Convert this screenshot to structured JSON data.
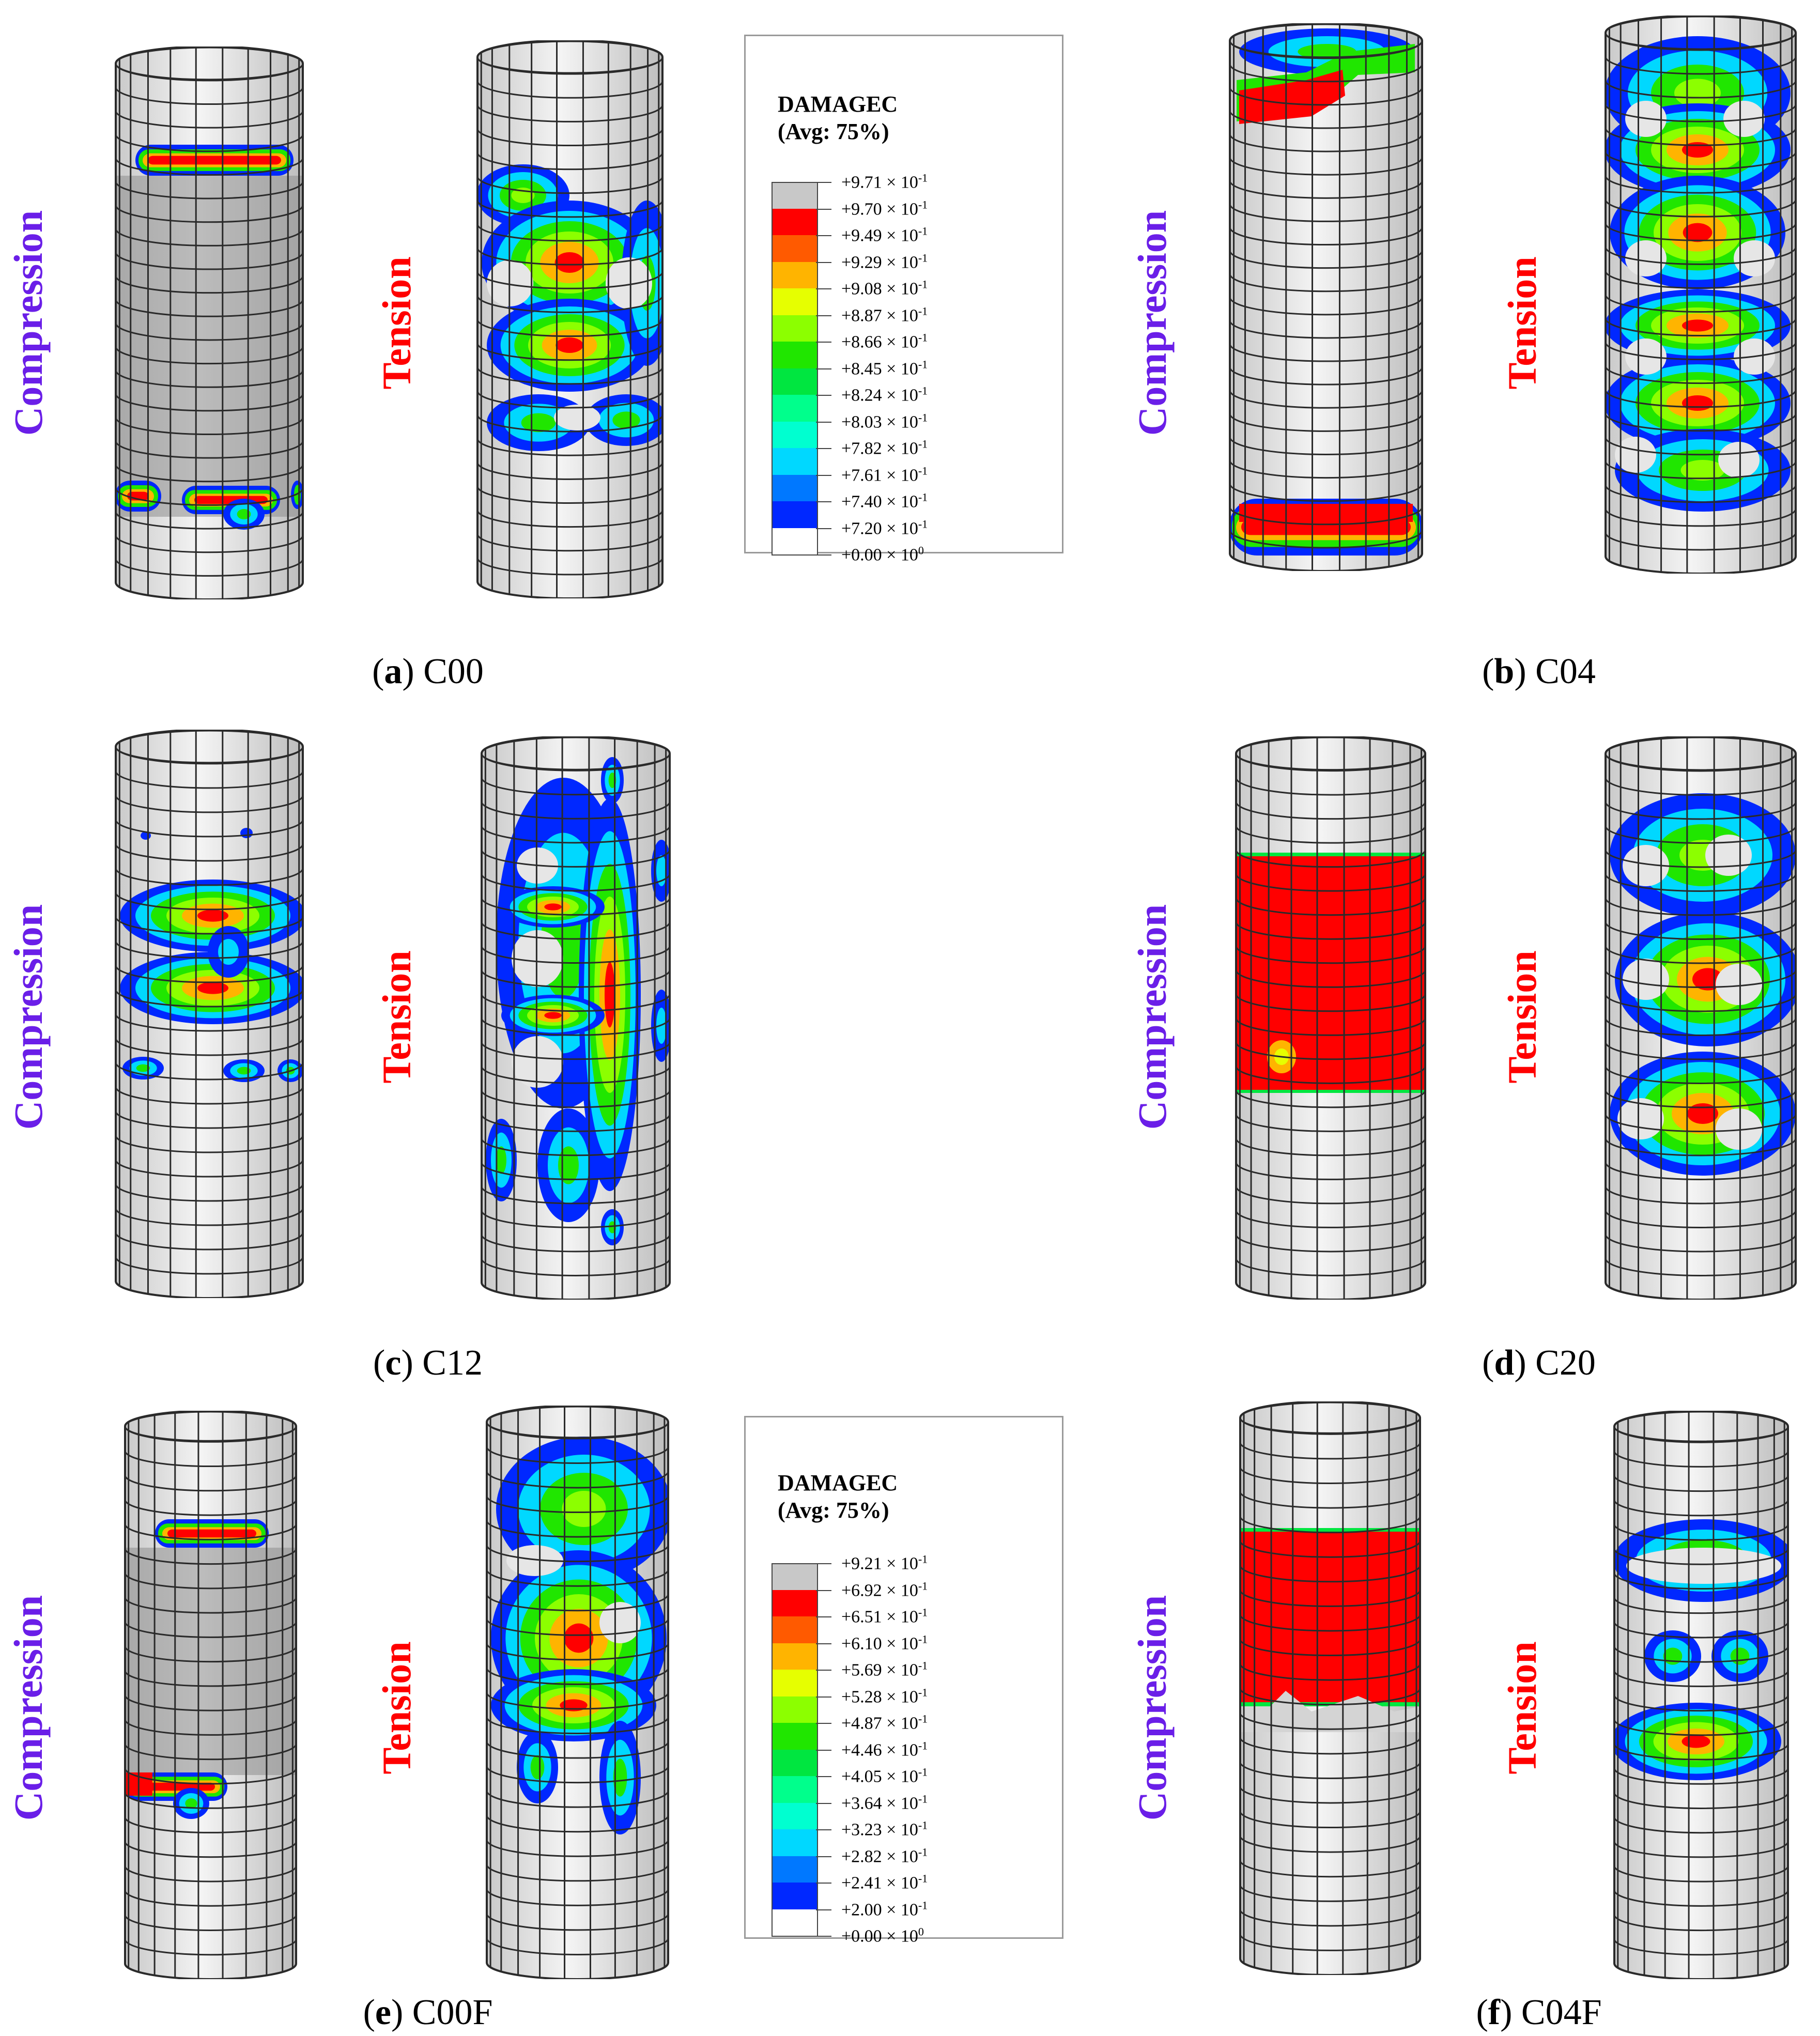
{
  "colors": {
    "compression_label": "#6a1ee8",
    "tension_label": "#ff0000",
    "mesh": "#2a2a2a",
    "concrete": "#d4d4d4"
  },
  "labels": {
    "compression": "Compression",
    "tension": "Tension"
  },
  "panels": [
    {
      "id": "a",
      "letter": "a",
      "name": "C00"
    },
    {
      "id": "b",
      "letter": "b",
      "name": "C04"
    },
    {
      "id": "c",
      "letter": "c",
      "name": "C12"
    },
    {
      "id": "d",
      "letter": "d",
      "name": "C20"
    },
    {
      "id": "e",
      "letter": "e",
      "name": "C00F"
    },
    {
      "id": "f",
      "letter": "f",
      "name": "C04F"
    }
  ],
  "legends": [
    {
      "title_1": "DAMAGEC",
      "title_2": "(Avg: 75%)",
      "entries": [
        {
          "label": "+9.71 × 10",
          "exp": "-1",
          "color": "#c8c8c8"
        },
        {
          "label": "+9.70 × 10",
          "exp": "-1",
          "color": "#ff0000"
        },
        {
          "label": "+9.49 × 10",
          "exp": "-1",
          "color": "#ff5a00"
        },
        {
          "label": "+9.29 × 10",
          "exp": "-1",
          "color": "#ffb400"
        },
        {
          "label": "+9.08 × 10",
          "exp": "-1",
          "color": "#e6ff00"
        },
        {
          "label": "+8.87 × 10",
          "exp": "-1",
          "color": "#8cff00"
        },
        {
          "label": "+8.66 × 10",
          "exp": "-1",
          "color": "#20e600"
        },
        {
          "label": "+8.45 × 10",
          "exp": "-1",
          "color": "#00e640"
        },
        {
          "label": "+8.24 × 10",
          "exp": "-1",
          "color": "#00ff8c"
        },
        {
          "label": "+8.03 × 10",
          "exp": "-1",
          "color": "#00ffd0"
        },
        {
          "label": "+7.82 × 10",
          "exp": "-1",
          "color": "#00d8ff"
        },
        {
          "label": "+7.61 × 10",
          "exp": "-1",
          "color": "#0078ff"
        },
        {
          "label": "+7.40 × 10",
          "exp": "-1",
          "color": "#0028ff"
        },
        {
          "label": "+7.20 × 10",
          "exp": "-1",
          "color": "#ffffff"
        },
        {
          "label": "+0.00 × 10",
          "exp": "0",
          "color": null
        }
      ]
    },
    {
      "title_1": "DAMAGEC",
      "title_2": "(Avg: 75%)",
      "entries": [
        {
          "label": "+9.21 × 10",
          "exp": "-1",
          "color": "#c8c8c8"
        },
        {
          "label": "+6.92 × 10",
          "exp": "-1",
          "color": "#ff0000"
        },
        {
          "label": "+6.51 × 10",
          "exp": "-1",
          "color": "#ff5a00"
        },
        {
          "label": "+6.10 × 10",
          "exp": "-1",
          "color": "#ffb400"
        },
        {
          "label": "+5.69 × 10",
          "exp": "-1",
          "color": "#e6ff00"
        },
        {
          "label": "+5.28 × 10",
          "exp": "-1",
          "color": "#8cff00"
        },
        {
          "label": "+4.87 × 10",
          "exp": "-1",
          "color": "#20e600"
        },
        {
          "label": "+4.46 × 10",
          "exp": "-1",
          "color": "#00e640"
        },
        {
          "label": "+4.05 × 10",
          "exp": "-1",
          "color": "#00ff8c"
        },
        {
          "label": "+3.64 × 10",
          "exp": "-1",
          "color": "#00ffd0"
        },
        {
          "label": "+3.23 × 10",
          "exp": "-1",
          "color": "#00d8ff"
        },
        {
          "label": "+2.82 × 10",
          "exp": "-1",
          "color": "#0078ff"
        },
        {
          "label": "+2.41 × 10",
          "exp": "-1",
          "color": "#0028ff"
        },
        {
          "label": "+2.00 × 10",
          "exp": "-1",
          "color": "#ffffff"
        },
        {
          "label": "+0.00 × 10",
          "exp": "0",
          "color": null
        }
      ]
    }
  ]
}
